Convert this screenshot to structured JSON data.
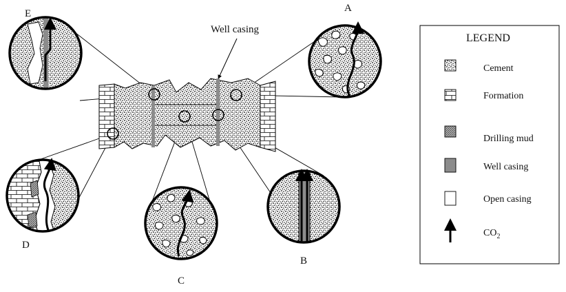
{
  "diagram": {
    "well_casing_label": "Well casing",
    "pathway_labels": {
      "a": "A",
      "b": "B",
      "c": "C",
      "d": "D",
      "e": "E"
    }
  },
  "legend": {
    "title": "LEGEND",
    "items": [
      {
        "key": "cement",
        "label": "Cement"
      },
      {
        "key": "formation",
        "label": "Formation"
      },
      {
        "key": "drilling_mud",
        "label": "Drilling mud"
      },
      {
        "key": "well_casing",
        "label": "Well casing"
      },
      {
        "key": "open_casing",
        "label": "Open casing"
      },
      {
        "key": "co2",
        "label": "CO",
        "subscript": "2"
      }
    ]
  },
  "colors": {
    "stroke": "#000000",
    "casing": "#8c8c8c",
    "mud": "#a8a8a8",
    "background": "#ffffff"
  }
}
